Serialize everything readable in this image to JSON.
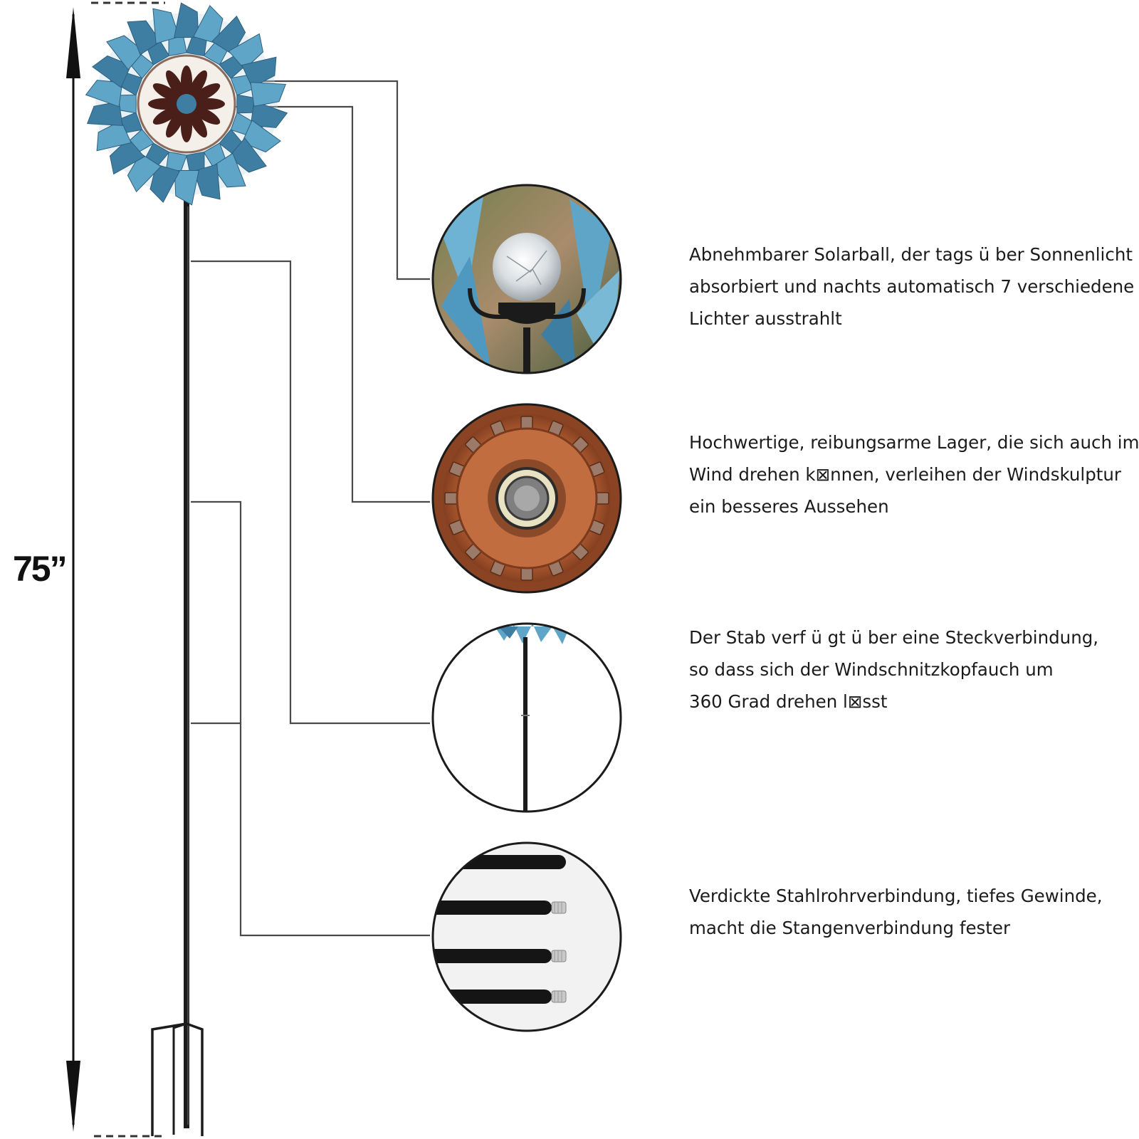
{
  "product": {
    "height_label": "75”",
    "colors": {
      "petal": "#5ea5c8",
      "petal_dark": "#3f7ea3",
      "copper": "#b8613a",
      "pole": "#1c1c1c",
      "leader": "#4a4a4a"
    }
  },
  "features": [
    {
      "id": "solar-ball",
      "icon": "solar-ball-icon",
      "lines": [
        "Abnehmbarer Solarball, der tags ü ber Sonnenlicht",
        "absorbiert und nachts automatisch 7 verschiedene",
        " Lichter ausstrahlt"
      ]
    },
    {
      "id": "bearing",
      "icon": "bearing-icon",
      "lines": [
        "Hochwertige, reibungsarme Lager, die sich auch im",
        "Wind drehen k⊠nnen, verleihen der Windskulptur",
        "ein besseres Aussehen"
      ]
    },
    {
      "id": "plug-connection",
      "icon": "rod-joint-icon",
      "lines": [
        "Der Stab verf ü gt  ü ber eine Steckverbindung,",
        "so dass sich der Windschnitzkopfauch um",
        "360 Grad drehen l⊠sst"
      ]
    },
    {
      "id": "steel-tube",
      "icon": "steel-rods-icon",
      "lines": [
        "Verdickte Stahlrohrverbindung, tiefes Gewinde,",
        "macht die Stangenverbindung fester"
      ]
    }
  ]
}
